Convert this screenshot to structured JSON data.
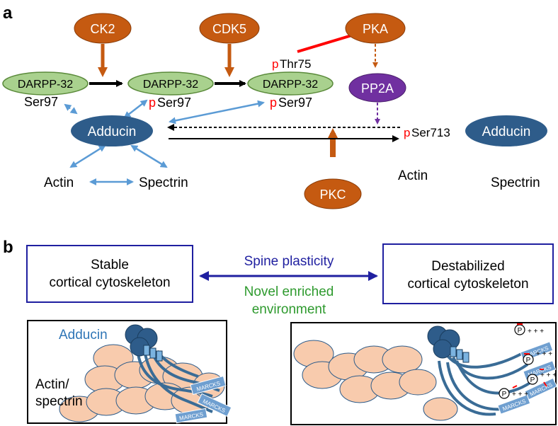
{
  "panel_a": {
    "label": "a",
    "kinases": {
      "ck2": "CK2",
      "cdk5": "CDK5",
      "pka": "PKA",
      "pkc": "PKC"
    },
    "pp2a": "PP2A",
    "darpp": {
      "name": "DARPP-32"
    },
    "ser97": "Ser97",
    "p": "p",
    "thr75": "Thr75",
    "ser713": "Ser713",
    "adducin": "Adducin",
    "actin": "Actin",
    "spectrin": "Spectrin"
  },
  "panel_b": {
    "label": "b",
    "stable": {
      "line1": "Stable",
      "line2": "cortical cytoskeleton"
    },
    "destabilized": {
      "line1": "Destabilized",
      "line2": "cortical cytoskeleton"
    },
    "spine_plasticity": "Spine plasticity",
    "novel_line1": "Novel enriched",
    "novel_line2": "environment",
    "left_panel": {
      "adducin": "Adducin",
      "actin": "Actin/",
      "spectrin": "spectrin",
      "marcks": "MARCKS"
    },
    "right_panel": {
      "marcks": "MARCKS",
      "p": "P",
      "plus": "+ + +"
    }
  },
  "colors": {
    "kinase": "#c55a11",
    "pp2a": "#7030a0",
    "darpp": "#a9d18e",
    "adducin": "#2e5c8a",
    "light_arrow": "#5b9bd5",
    "actin": "#f8cbad",
    "box_border": "#1f1fa0",
    "green_text": "#2e9a2e",
    "red": "#ff0000"
  }
}
